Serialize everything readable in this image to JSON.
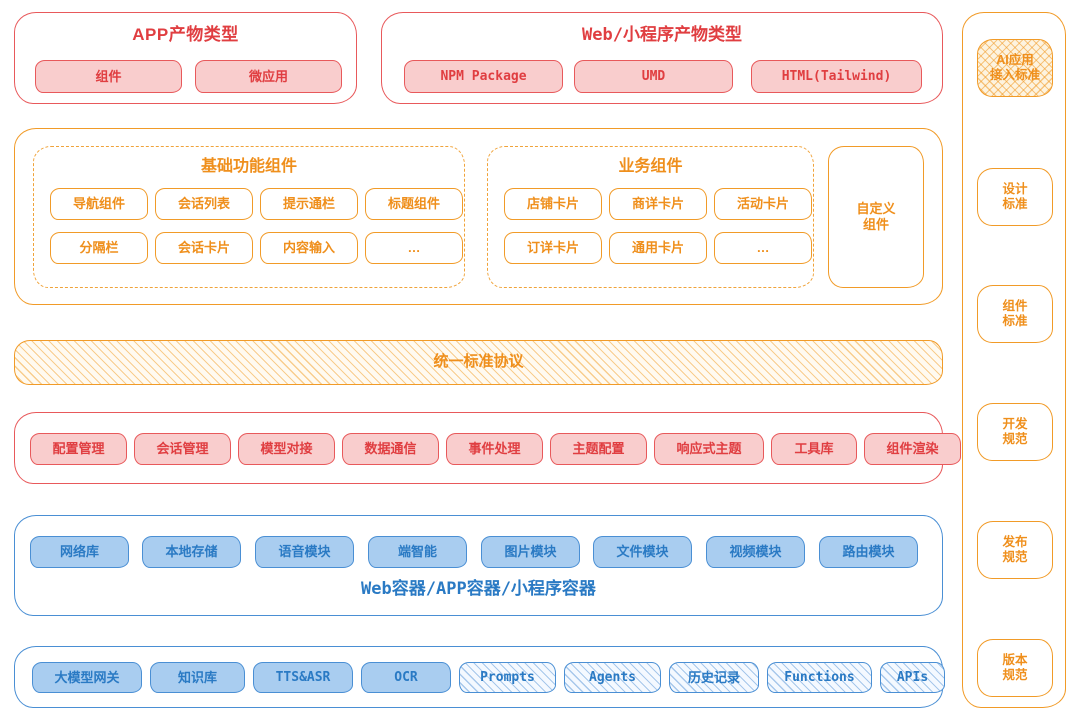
{
  "diagram": {
    "type": "layered-architecture",
    "style": "hand-drawn",
    "colors": {
      "red_stroke": "#e8595b",
      "red_text": "#e03e41",
      "red_fill": "#f9cdcd",
      "orange_stroke": "#f19b28",
      "orange_text": "#ef8f1c",
      "blue_stroke": "#4a8fd4",
      "blue_text": "#2a7ac4",
      "blue_fill": "#a9cdf0",
      "hatch_orange_bg": "#fffaf0",
      "hatch_blue_bg": "#f4f9ff"
    }
  },
  "artifact_layer": {
    "app_group": {
      "title": "APP产物类型",
      "items": [
        {
          "label": "组件"
        },
        {
          "label": "微应用"
        }
      ]
    },
    "web_group": {
      "title": "Web/小程序产物类型",
      "items": [
        {
          "label": "NPM Package"
        },
        {
          "label": "UMD"
        },
        {
          "label": "HTML(Tailwind)"
        }
      ]
    }
  },
  "component_layer": {
    "basic_group": {
      "title": "基础功能组件",
      "row1": [
        {
          "label": "导航组件"
        },
        {
          "label": "会话列表"
        },
        {
          "label": "提示通栏"
        },
        {
          "label": "标题组件"
        }
      ],
      "row2": [
        {
          "label": "分隔栏"
        },
        {
          "label": "会话卡片"
        },
        {
          "label": "内容输入"
        },
        {
          "label": "…"
        }
      ]
    },
    "business_group": {
      "title": "业务组件",
      "row1": [
        {
          "label": "店铺卡片"
        },
        {
          "label": "商详卡片"
        },
        {
          "label": "活动卡片"
        }
      ],
      "row2": [
        {
          "label": "订详卡片"
        },
        {
          "label": "通用卡片"
        },
        {
          "label": "…"
        }
      ]
    },
    "custom_box": {
      "label": "自定义\n组件",
      "line1": "自定义",
      "line2": "组件"
    }
  },
  "protocol_layer": {
    "label": "统一标准协议"
  },
  "capability_layer": {
    "items": [
      {
        "label": "配置管理"
      },
      {
        "label": "会话管理"
      },
      {
        "label": "模型对接"
      },
      {
        "label": "数据通信"
      },
      {
        "label": "事件处理"
      },
      {
        "label": "主题配置"
      },
      {
        "label": "响应式主题"
      },
      {
        "label": "工具库"
      },
      {
        "label": "组件渲染"
      }
    ]
  },
  "container_layer": {
    "items": [
      {
        "label": "网络库"
      },
      {
        "label": "本地存储"
      },
      {
        "label": "语音模块"
      },
      {
        "label": "端智能"
      },
      {
        "label": "图片模块"
      },
      {
        "label": "文件模块"
      },
      {
        "label": "视频模块"
      },
      {
        "label": "路由模块"
      }
    ],
    "caption": "Web容器/APP容器/小程序容器"
  },
  "ai_layer": {
    "items": [
      {
        "label": "大模型网关",
        "fill": "solid",
        "script": "cn"
      },
      {
        "label": "知识库",
        "fill": "solid",
        "script": "cn"
      },
      {
        "label": "TTS&ASR",
        "fill": "solid",
        "script": "mono"
      },
      {
        "label": "OCR",
        "fill": "solid",
        "script": "mono"
      },
      {
        "label": "Prompts",
        "fill": "hatch",
        "script": "mono"
      },
      {
        "label": "Agents",
        "fill": "hatch",
        "script": "mono"
      },
      {
        "label": "历史记录",
        "fill": "hatch",
        "script": "cn"
      },
      {
        "label": "Functions",
        "fill": "hatch",
        "script": "mono"
      },
      {
        "label": "APIs",
        "fill": "hatch",
        "script": "mono"
      }
    ]
  },
  "standards_sidebar": {
    "items": [
      {
        "line1": "AI应用",
        "line2": "接入标准",
        "fill": "crosshatch"
      },
      {
        "line1": "设计",
        "line2": "标准",
        "fill": "none"
      },
      {
        "line1": "组件",
        "line2": "标准",
        "fill": "none"
      },
      {
        "line1": "开发",
        "line2": "规范",
        "fill": "none"
      },
      {
        "line1": "发布",
        "line2": "规范",
        "fill": "none"
      },
      {
        "line1": "版本",
        "line2": "规范",
        "fill": "none"
      }
    ]
  }
}
